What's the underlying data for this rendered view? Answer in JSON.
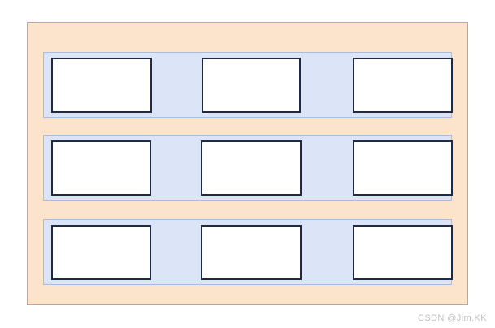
{
  "diagram": {
    "type": "nested-box-model",
    "outer_container": {
      "name": "outer-container",
      "fill_color": "#fce3cb",
      "border_color": "#e8a33d",
      "label": ""
    },
    "row_band": {
      "fill_color": "#dbe5f7",
      "border_color": "#a9bedd"
    },
    "box": {
      "fill_color": "#ffffff",
      "border_color": "#1f2a44"
    },
    "rows": [
      {
        "id": "row-1",
        "label": "",
        "boxes": [
          {
            "id": "row-1-box-1",
            "label": ""
          },
          {
            "id": "row-1-box-2",
            "label": ""
          },
          {
            "id": "row-1-box-3",
            "label": ""
          }
        ]
      },
      {
        "id": "row-2",
        "label": "",
        "boxes": [
          {
            "id": "row-2-box-1",
            "label": ""
          },
          {
            "id": "row-2-box-2",
            "label": ""
          },
          {
            "id": "row-2-box-3",
            "label": ""
          }
        ]
      },
      {
        "id": "row-3",
        "label": "",
        "boxes": [
          {
            "id": "row-3-box-1",
            "label": ""
          },
          {
            "id": "row-3-box-2",
            "label": ""
          },
          {
            "id": "row-3-box-3",
            "label": ""
          }
        ]
      }
    ]
  },
  "watermark": {
    "text": "CSDN @Jim.KK",
    "color": "#c2c2c2"
  }
}
